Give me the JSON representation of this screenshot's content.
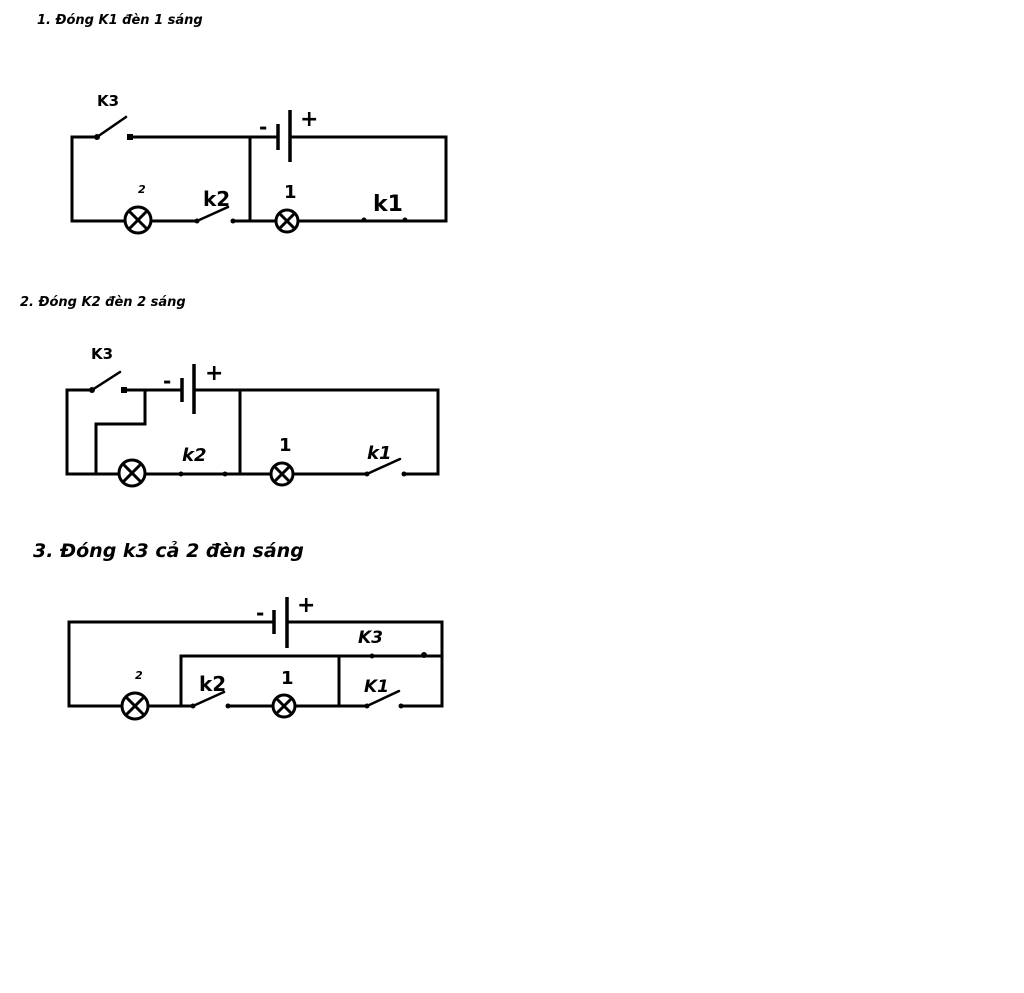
{
  "circuit1": {
    "title": "1. Đóng K1 đèn 1 sáng",
    "labels": {
      "k3": "K3",
      "k2": "k2",
      "k1": "k1",
      "lamp2": "2",
      "lamp1": "1",
      "minus": "-",
      "plus": "+"
    }
  },
  "circuit2": {
    "title": "2. Đóng K2 đèn 2 sáng",
    "labels": {
      "k3": "K3",
      "k2": "k2",
      "k1": "k1",
      "lamp1": "1",
      "minus": "-",
      "plus": "+"
    }
  },
  "circuit3": {
    "title": "3. Đóng k3 cả 2 đèn sáng",
    "labels": {
      "k3": "K3",
      "k2": "k2",
      "k1": "K1",
      "lamp2": "2",
      "lamp1": "1",
      "minus": "-",
      "plus": "+"
    }
  }
}
